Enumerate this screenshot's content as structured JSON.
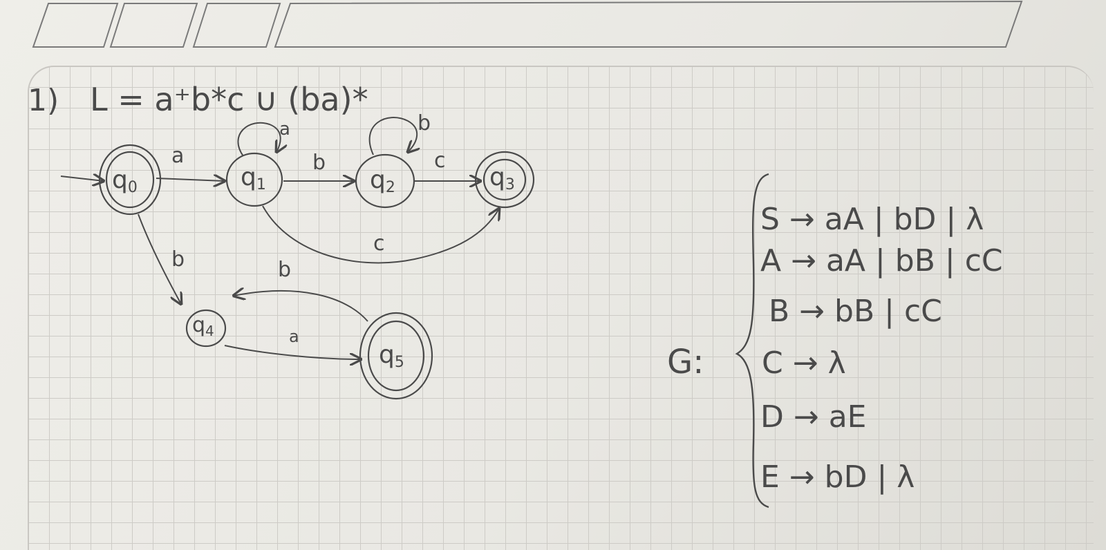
{
  "problem": {
    "number": "1)",
    "language": "L = a⁺b*c ∪ (ba)*"
  },
  "automaton": {
    "states": [
      {
        "id": "q0",
        "sub": "0",
        "accepting": true,
        "initial": true
      },
      {
        "id": "q1",
        "sub": "1",
        "accepting": false
      },
      {
        "id": "q2",
        "sub": "2",
        "accepting": false
      },
      {
        "id": "q3",
        "sub": "3",
        "accepting": true
      },
      {
        "id": "q4",
        "sub": "4",
        "accepting": false
      },
      {
        "id": "q5",
        "sub": "5",
        "accepting": true
      }
    ],
    "transitions": [
      {
        "from": "q0",
        "to": "q1",
        "label": "a"
      },
      {
        "from": "q1",
        "to": "q1",
        "label": "a"
      },
      {
        "from": "q1",
        "to": "q2",
        "label": "b"
      },
      {
        "from": "q2",
        "to": "q2",
        "label": "b"
      },
      {
        "from": "q2",
        "to": "q3",
        "label": "c"
      },
      {
        "from": "q1",
        "to": "q3",
        "label": "c"
      },
      {
        "from": "q0",
        "to": "q4",
        "label": "b"
      },
      {
        "from": "q4",
        "to": "q5",
        "label": "a"
      },
      {
        "from": "q5",
        "to": "q4",
        "label": "b"
      }
    ]
  },
  "grammar": {
    "name": "G:",
    "rules": [
      "S → aA | bD | λ",
      "A → aA | bB | cC",
      "B → bB | cC",
      "C → λ",
      "D → aE",
      "E → bD | λ"
    ]
  },
  "colors": {
    "paper": "#ecebe6",
    "grid": "#cdcbc6",
    "ink": "#4a4a4a"
  }
}
